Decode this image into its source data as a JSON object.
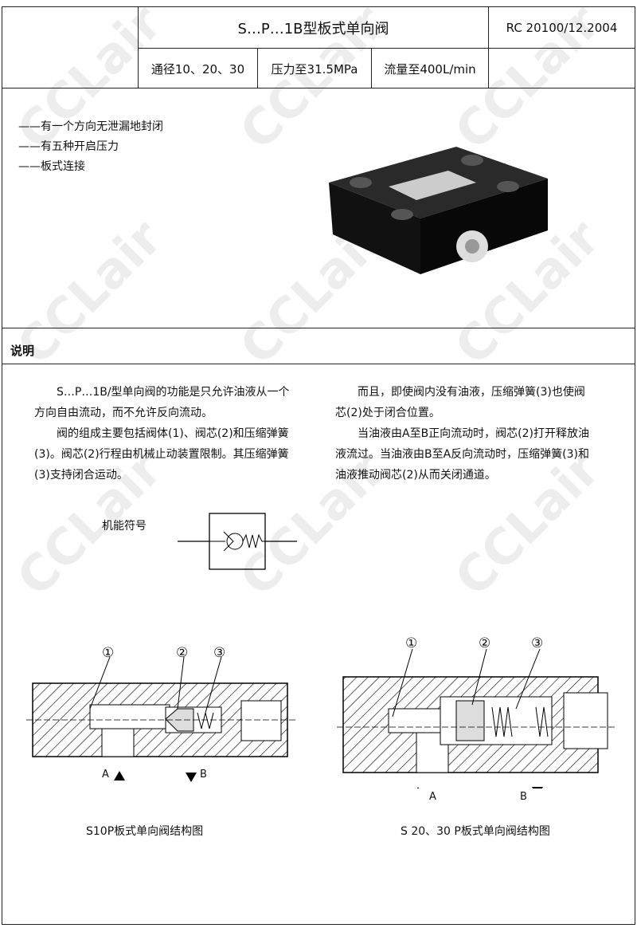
{
  "header": {
    "title": "S…P…1B型板式单向阀",
    "doc_number": "RC 20100/12.2004",
    "specs": [
      "通径10、20、30",
      "压力至31.5MPa",
      "流量至400L/min"
    ]
  },
  "features": [
    "——有一个方向无泄漏地封闭",
    "——有五种开启压力",
    "——板式连接"
  ],
  "section": {
    "title": "说明"
  },
  "description": {
    "left": [
      "S…P…1B/型单向阀的功能是只允许油液从一个方向自由流动，而不允许反向流动。",
      "阀的组成主要包括阀体(1)、阀芯(2)和压缩弹簧(3)。阀芯(2)行程由机械止动装置限制。其压缩弹簧(3)支持闭合运动。"
    ],
    "right": [
      "而且，即使阀内没有油液，压缩弹簧(3)也使阀芯(2)处于闭合位置。",
      "当油液由A至B正向流动时，阀芯(2)打开释放油液流过。当油液由B至A反向流动时，压缩弹簧(3)和油液推动阀芯(2)从而关闭通道。"
    ]
  },
  "symbol": {
    "label": "机能符号"
  },
  "diagrams": [
    {
      "caption": "S10P板式单向阀结构图",
      "callouts": [
        "①",
        "②",
        "③"
      ],
      "ports": [
        "A",
        "B"
      ]
    },
    {
      "caption": "S 20、30 P板式单向阀结构图",
      "callouts": [
        "①",
        "②",
        "③"
      ],
      "ports": [
        "A",
        "B"
      ]
    }
  ],
  "watermark": "CCLair"
}
